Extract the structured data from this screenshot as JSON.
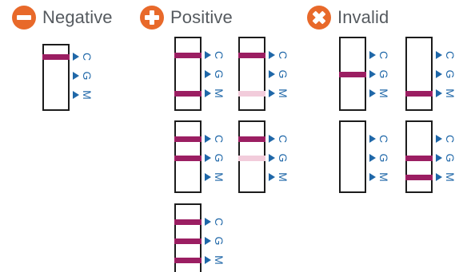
{
  "headings": {
    "negative": {
      "title": "Negative",
      "icon": "minus-circle-icon",
      "color": "#e8692a"
    },
    "positive": {
      "title": "Positive",
      "icon": "plus-circle-icon",
      "color": "#e8692a"
    },
    "invalid": {
      "title": "Invalid",
      "icon": "x-circle-icon",
      "color": "#e8692a"
    }
  },
  "line_labels": [
    "C",
    "G",
    "M"
  ],
  "colors": {
    "band": "#9b1e62",
    "band_faint": "#f2ccdb",
    "frame": "#1c1c1c",
    "label": "#1f67a8"
  },
  "strips": [
    {
      "group": "negative",
      "bands": {
        "C": "strong"
      }
    },
    {
      "group": "positive",
      "bands": {
        "C": "strong",
        "M": "strong"
      }
    },
    {
      "group": "positive",
      "bands": {
        "C": "strong",
        "M": "faint"
      }
    },
    {
      "group": "positive",
      "bands": {
        "C": "strong",
        "G": "strong"
      }
    },
    {
      "group": "positive",
      "bands": {
        "C": "strong",
        "G": "faint"
      }
    },
    {
      "group": "positive",
      "bands": {
        "C": "strong",
        "G": "strong",
        "M": "strong"
      }
    },
    {
      "group": "invalid",
      "bands": {
        "G": "strong"
      }
    },
    {
      "group": "invalid",
      "bands": {
        "M": "strong"
      }
    },
    {
      "group": "invalid",
      "bands": {}
    },
    {
      "group": "invalid",
      "bands": {
        "G": "strong",
        "M": "strong"
      }
    }
  ]
}
